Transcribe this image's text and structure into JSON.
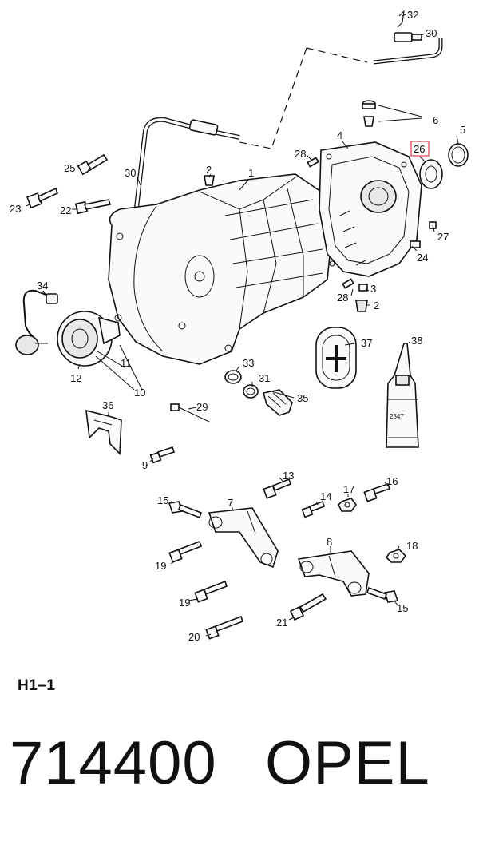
{
  "diagram": {
    "part_labels": {
      "p1": "1",
      "p2a": "2",
      "p2b": "2",
      "p3": "3",
      "p4": "4",
      "p5": "5",
      "p6": "6",
      "p7": "7",
      "p8": "8",
      "p9": "9",
      "p10": "10",
      "p11": "11",
      "p12": "12",
      "p13": "13",
      "p14": "14",
      "p15a": "15",
      "p15b": "15",
      "p16": "16",
      "p17": "17",
      "p18": "18",
      "p19a": "19",
      "p19b": "19",
      "p20": "20",
      "p21": "21",
      "p22": "22",
      "p23": "23",
      "p24": "24",
      "p25": "25",
      "p26": "26",
      "p27": "27",
      "p28a": "28",
      "p28b": "28",
      "p29": "29",
      "p30a": "30",
      "p30b": "30",
      "p31": "31",
      "p32": "32",
      "p33": "33",
      "p34": "34",
      "p35": "35",
      "p36": "36",
      "p37": "37",
      "p38": "38"
    },
    "bottle_label": "2347",
    "highlight_color": "#e04a5a"
  },
  "footer": {
    "section_code": "H1–1",
    "part_number": "714400",
    "brand": "OPEL"
  }
}
